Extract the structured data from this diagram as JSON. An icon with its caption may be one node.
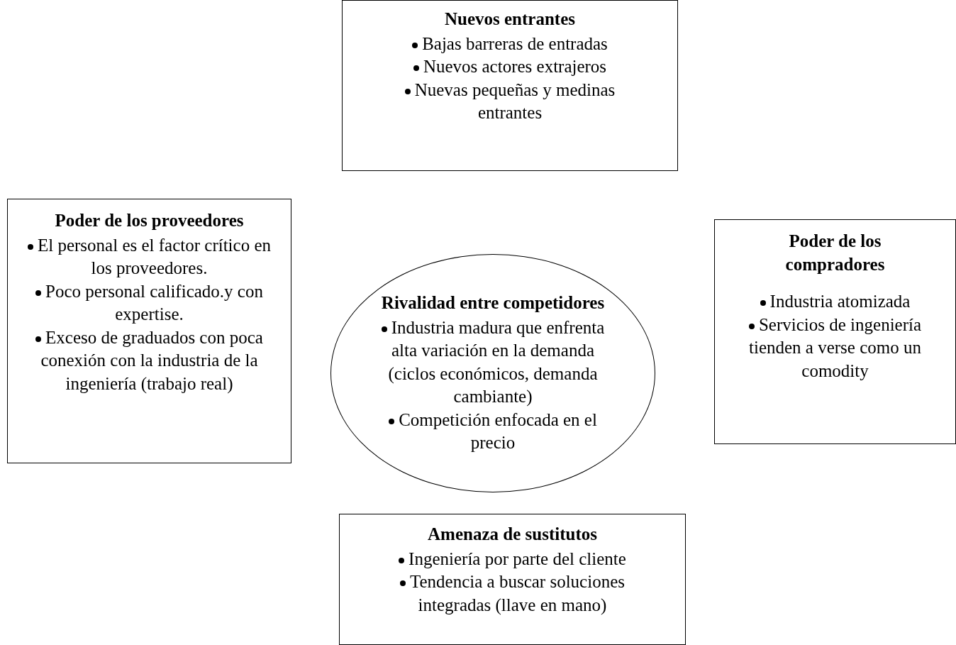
{
  "diagram": {
    "nodes": [
      {
        "text": [
          "Nuevos entrantes",
          "Bajas barreras de entradas",
          "Nuevos actores extrajeros",
          "Nuevas pequeñas y medinas entrantes"
        ]
      },
      {
        "text": [
          "Poder de los proveedores",
          "El personal es el factor crítico en los proveedores.",
          "Poco personal calificado.y con expertise.",
          "Exceso de graduados con poca conexión con la industria de la ingeniería (trabajo real)"
        ]
      },
      {
        "text": [
          "Rivalidad entre competidores",
          "Industria madura que enfrenta alta variación en la demanda (ciclos económicos, demanda cambiante)",
          "Competición enfocada en el precio"
        ]
      },
      {
        "text": [
          "Poder de los compradores",
          "Industria atomizada",
          "Servicios de ingeniería tienden a verse como un comodity"
        ]
      },
      {
        "text": [
          "Amenaza de sustitutos",
          "Ingeniería por parte del cliente",
          "Tendencia a buscar soluciones integradas (llave en mano)"
        ]
      }
    ]
  }
}
